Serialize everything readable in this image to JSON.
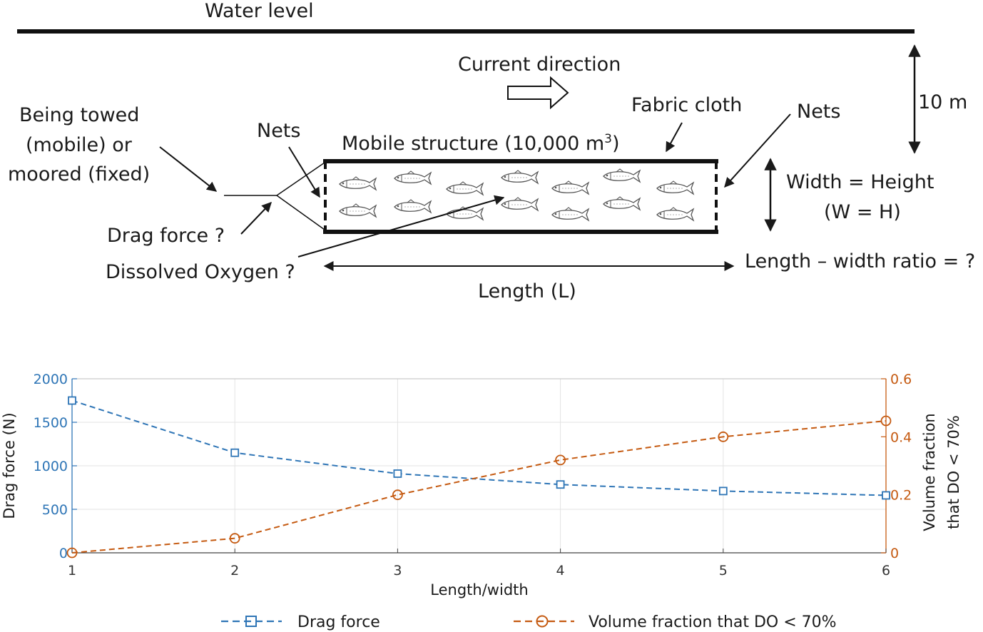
{
  "diagram": {
    "water_level": "Water level",
    "current_direction": "Current direction",
    "depth": "10 m",
    "fabric_cloth": "Fabric cloth",
    "nets_left": "Nets",
    "nets_right": "Nets",
    "mooring_lines": [
      "Being towed",
      "(mobile) or",
      "moored (fixed)"
    ],
    "structure_prefix": "Mobile structure (10,000 m",
    "structure_sup": "3",
    "structure_suffix": ")",
    "width_height": "Width = Height",
    "width_height_eq": "(W = H)",
    "drag_q": "Drag force ?",
    "do_q": "Dissolved Oxygen ?",
    "length": "Length (L)",
    "ratio_q": "Length – width ratio = ?"
  },
  "chart_data": {
    "type": "line",
    "xlabel": "Length/width",
    "x": [
      1,
      2,
      3,
      4,
      5,
      6
    ],
    "xlim": [
      1,
      6
    ],
    "x_ticks": [
      "1",
      "2",
      "3",
      "4",
      "5",
      "6"
    ],
    "grid": true,
    "legend_position": "bottom",
    "left_axis": {
      "label": "Drag force (N)",
      "lim": [
        0,
        2000
      ],
      "ticks": [
        "0",
        "500",
        "1000",
        "1500",
        "2000"
      ],
      "color": "#2e75b6"
    },
    "right_axis": {
      "label_lines": [
        "Volume fraction",
        "that DO < 70%"
      ],
      "lim": [
        0,
        0.6
      ],
      "ticks": [
        "0",
        "0.2",
        "0.4",
        "0.6"
      ],
      "color": "#c55a11"
    },
    "series": [
      {
        "name": "Drag force",
        "axis": "left",
        "marker": "square",
        "line": "dashed",
        "color": "#2e75b6",
        "values": [
          1750,
          1150,
          910,
          785,
          710,
          660
        ]
      },
      {
        "name": "Volume fraction that DO < 70%",
        "axis": "right",
        "marker": "circle",
        "line": "dashed",
        "color": "#c55a11",
        "values": [
          0,
          0.05,
          0.2,
          0.32,
          0.4,
          0.455
        ]
      }
    ]
  }
}
